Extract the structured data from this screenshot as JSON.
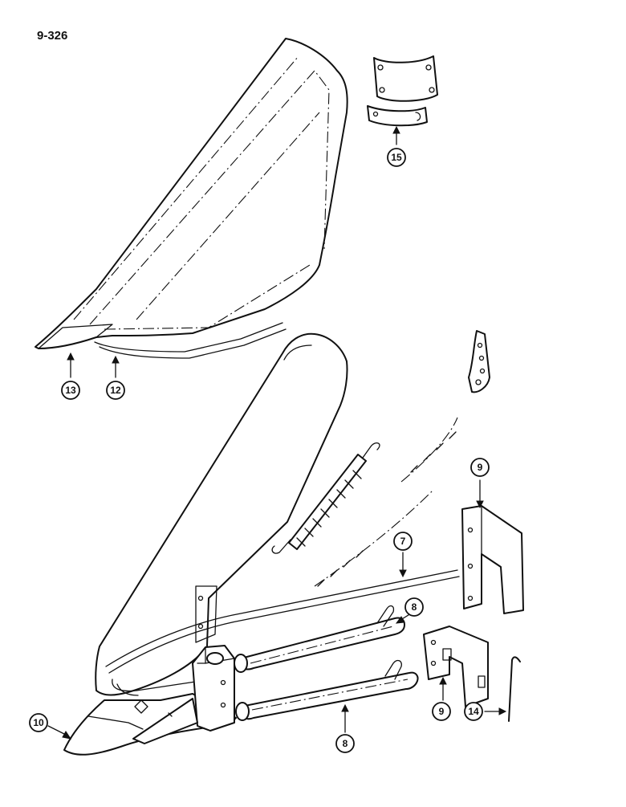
{
  "page": {
    "number": "9-326"
  },
  "colors": {
    "ink": "#111111",
    "paper": "#ffffff"
  },
  "callouts": {
    "c15": "15",
    "c13": "13",
    "c12": "12",
    "c9_top": "9",
    "c7": "7",
    "c8_top": "8",
    "c9_bottom": "9",
    "c14": "14",
    "c10": "10",
    "c8_bottom": "8"
  }
}
